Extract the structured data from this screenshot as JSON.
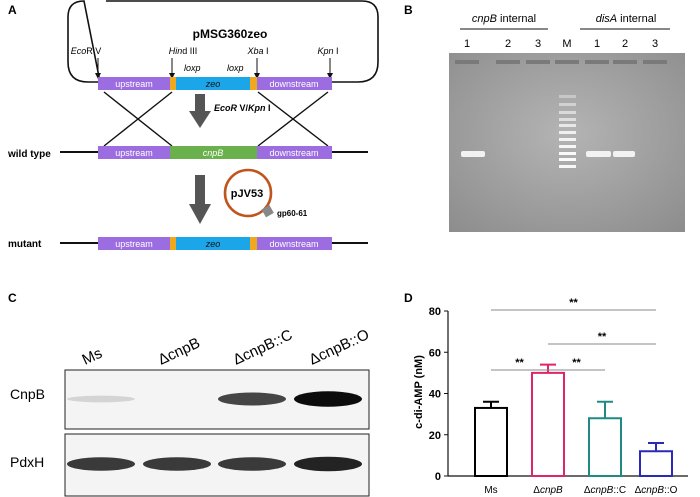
{
  "panel_labels": {
    "a": "A",
    "b": "B",
    "c": "C",
    "d": "D"
  },
  "panel_a": {
    "plasmid_name": "pMSG360zeo",
    "sites": {
      "ecorv_it": "Eco",
      "ecorv_rest": "R V",
      "hind_it": "Hin",
      "hind_rest": "d III",
      "xba_it": "Xba",
      "xba_rest": " I",
      "kpn_it": "Kpn",
      "kpn_rest": " I"
    },
    "loxp_left": "loxp",
    "loxp_right": "loxp",
    "digest_it1": "EcoR",
    "digest_mid": " V/",
    "digest_it2": "Kpn",
    "digest_end": " I",
    "segments": {
      "upstream": "upstream",
      "zeo": "zeo",
      "cnpB": "cnpB",
      "downstream": "downstream"
    },
    "row_labels": {
      "wild_type": "wild type",
      "mutant": "mutant"
    },
    "phage_plasmid": "pJV53",
    "phage_gene": "gp60-61",
    "colors": {
      "segment": "#9b6de0",
      "zeo": "#1aa6e8",
      "cnpB": "#6ab04c",
      "loxp": "#f0a81e",
      "phage_ring": "#c0541c"
    }
  },
  "panel_b": {
    "group1_it": "cnpB",
    "group1_rest": " internal",
    "group2_it": "disA",
    "group2_rest": " internal",
    "lanes": [
      "1",
      "2",
      "3",
      "M",
      "1",
      "2",
      "3"
    ]
  },
  "panel_c": {
    "lanes": [
      "Ms",
      "ΔcnpB",
      "ΔcnpB::C",
      "ΔcnpB::O"
    ],
    "rows": [
      "CnpB",
      "PdxH"
    ],
    "band_intensity": {
      "CnpB": [
        0.08,
        0.0,
        0.7,
        0.95
      ],
      "PdxH": [
        0.75,
        0.75,
        0.75,
        0.85
      ]
    }
  },
  "panel_d": {
    "chart_data": {
      "type": "bar",
      "categories": [
        "Ms",
        "ΔcnpB",
        "ΔcnpB::C",
        "ΔcnpB::O"
      ],
      "values": [
        33,
        50,
        28,
        12
      ],
      "errors": [
        3,
        4,
        8,
        4
      ],
      "ylabel": "c-di-AMP (nM)",
      "ylim": [
        0,
        80
      ],
      "yticks": [
        "0",
        "20",
        "40",
        "60",
        "80"
      ],
      "colors": [
        "#000000",
        "#e0246c",
        "#1f8a82",
        "#2a2ab8"
      ],
      "significance": [
        "**",
        "**",
        "**",
        "**"
      ]
    }
  }
}
